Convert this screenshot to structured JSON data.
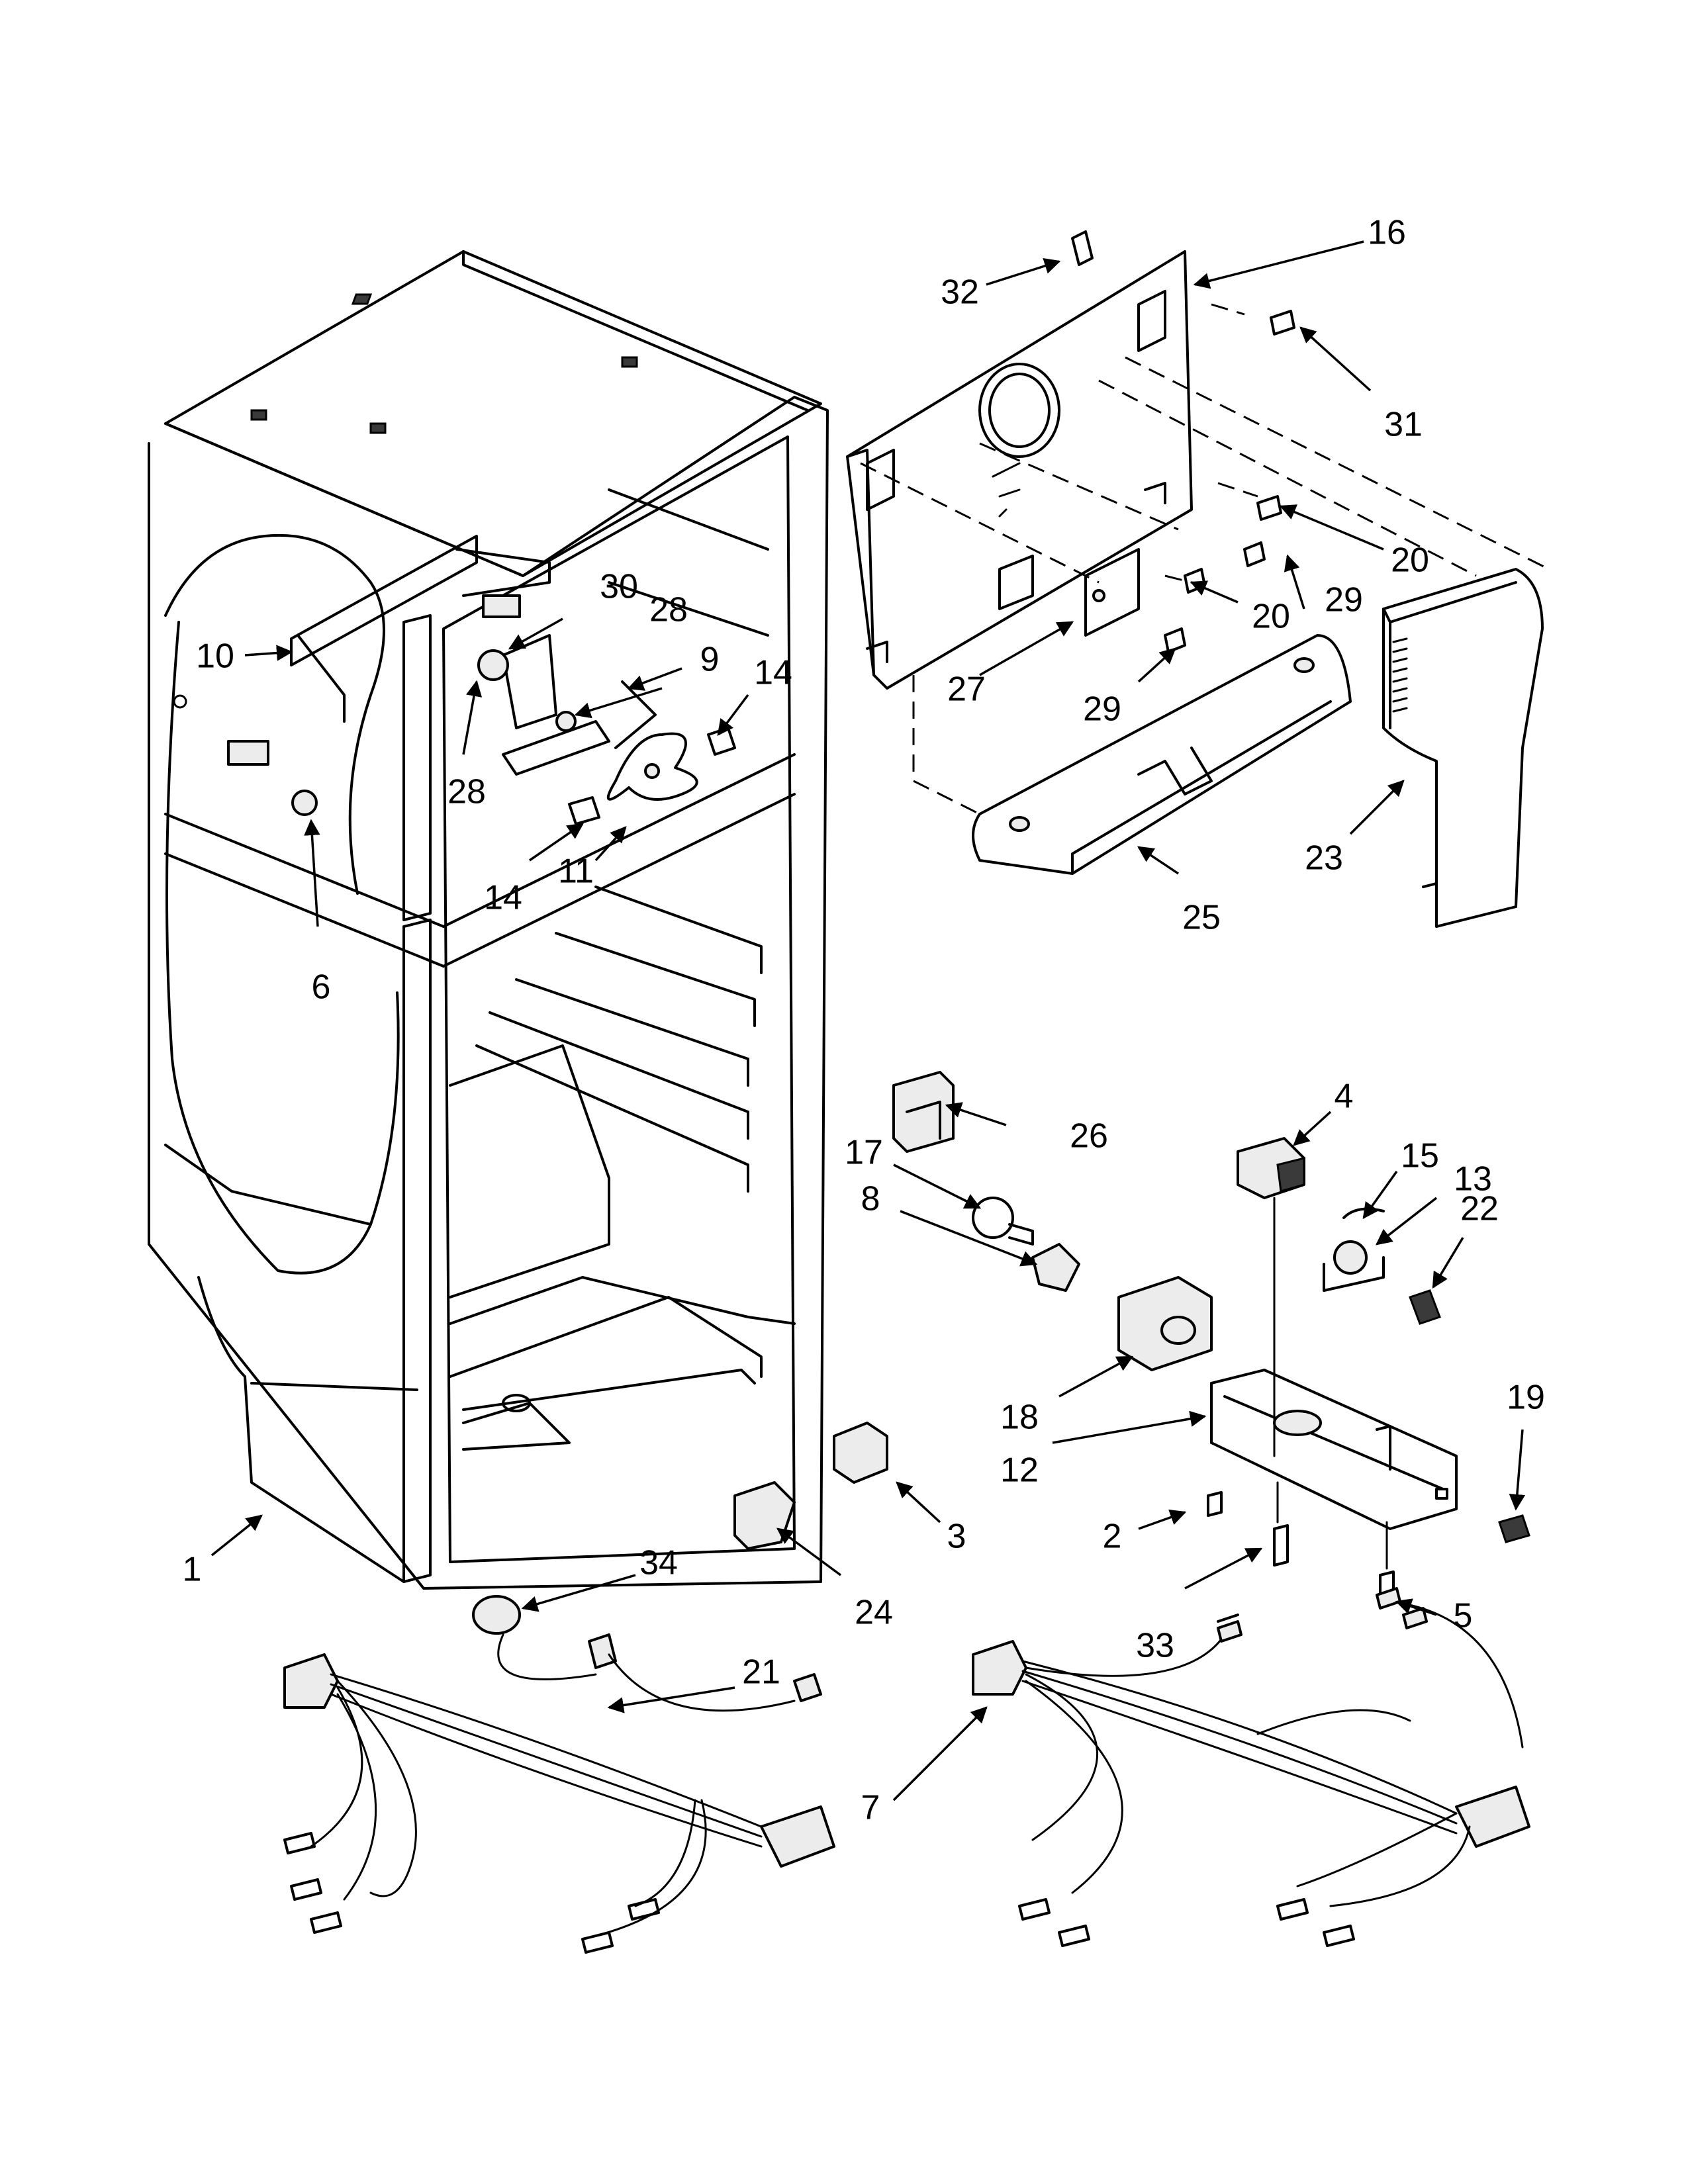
{
  "callouts": [
    {
      "id": "c1",
      "label": "1"
    },
    {
      "id": "c2",
      "label": "2"
    },
    {
      "id": "c3",
      "label": "3"
    },
    {
      "id": "c4",
      "label": "4"
    },
    {
      "id": "c5",
      "label": "5"
    },
    {
      "id": "c6",
      "label": "6"
    },
    {
      "id": "c7",
      "label": "7"
    },
    {
      "id": "c8",
      "label": "8"
    },
    {
      "id": "c9",
      "label": "9"
    },
    {
      "id": "c10",
      "label": "10"
    },
    {
      "id": "c11",
      "label": "11"
    },
    {
      "id": "c12",
      "label": "12"
    },
    {
      "id": "c13",
      "label": "13"
    },
    {
      "id": "c14a",
      "label": "14"
    },
    {
      "id": "c14b",
      "label": "14"
    },
    {
      "id": "c15",
      "label": "15"
    },
    {
      "id": "c16",
      "label": "16"
    },
    {
      "id": "c17",
      "label": "17"
    },
    {
      "id": "c18",
      "label": "18"
    },
    {
      "id": "c19",
      "label": "19"
    },
    {
      "id": "c20a",
      "label": "20"
    },
    {
      "id": "c20b",
      "label": "20"
    },
    {
      "id": "c21",
      "label": "21"
    },
    {
      "id": "c22",
      "label": "22"
    },
    {
      "id": "c23",
      "label": "23"
    },
    {
      "id": "c24",
      "label": "24"
    },
    {
      "id": "c25",
      "label": "25"
    },
    {
      "id": "c26",
      "label": "26"
    },
    {
      "id": "c27",
      "label": "27"
    },
    {
      "id": "c28a",
      "label": "28"
    },
    {
      "id": "c28b",
      "label": "28"
    },
    {
      "id": "c29a",
      "label": "29"
    },
    {
      "id": "c29b",
      "label": "29"
    },
    {
      "id": "c30",
      "label": "30"
    },
    {
      "id": "c31",
      "label": "31"
    },
    {
      "id": "c32",
      "label": "32"
    },
    {
      "id": "c33",
      "label": "33"
    },
    {
      "id": "c34",
      "label": "34"
    }
  ]
}
